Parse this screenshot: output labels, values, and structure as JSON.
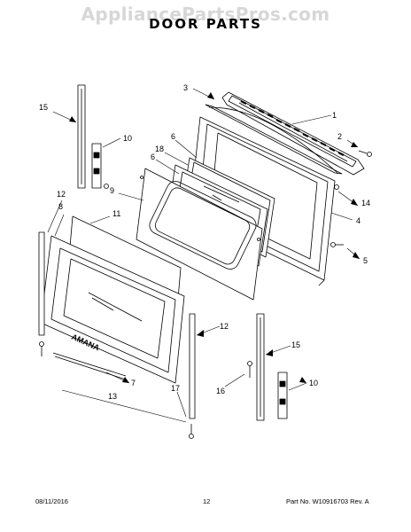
{
  "watermark": "AppliancePartsPros.com",
  "title": "DOOR PARTS",
  "brand_mark": "AMANA",
  "callouts": [
    {
      "id": "c3",
      "text": "3"
    },
    {
      "id": "c1",
      "text": "1"
    },
    {
      "id": "c2",
      "text": "2"
    },
    {
      "id": "c15a",
      "text": "15"
    },
    {
      "id": "c10a",
      "text": "10"
    },
    {
      "id": "c6a",
      "text": "6"
    },
    {
      "id": "c18",
      "text": "18"
    },
    {
      "id": "c6b",
      "text": "6"
    },
    {
      "id": "c14",
      "text": "14"
    },
    {
      "id": "c9",
      "text": "9"
    },
    {
      "id": "c4",
      "text": "4"
    },
    {
      "id": "c12a",
      "text": "12"
    },
    {
      "id": "c8",
      "text": "8"
    },
    {
      "id": "c11",
      "text": "11"
    },
    {
      "id": "c5",
      "text": "5"
    },
    {
      "id": "c12b",
      "text": "12"
    },
    {
      "id": "c15b",
      "text": "15"
    },
    {
      "id": "c7",
      "text": "7"
    },
    {
      "id": "c16",
      "text": "16"
    },
    {
      "id": "c10b",
      "text": "10"
    },
    {
      "id": "c13",
      "text": "13"
    },
    {
      "id": "c17",
      "text": "17"
    }
  ],
  "footer": {
    "date": "08/11/2016",
    "page": "12",
    "part_number": "Part No.  W10916703  Rev. A"
  }
}
